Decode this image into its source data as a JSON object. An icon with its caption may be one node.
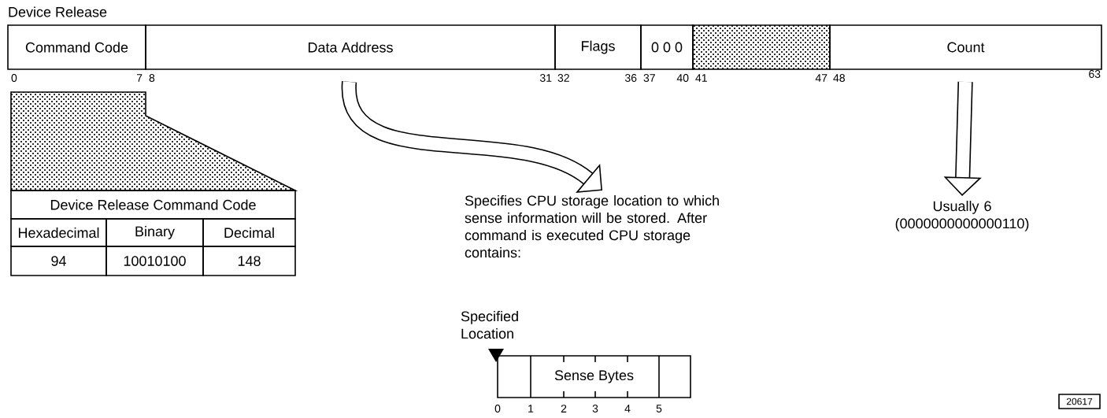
{
  "diagram": {
    "title": "Device Release",
    "nodes": [
      {
        "text": [
          "Command Code"
        ]
      },
      {
        "text": [
          "Data Address"
        ]
      },
      {
        "text": [
          "Flags"
        ]
      },
      {
        "text": [
          "0 0 0"
        ]
      },
      {
        "text": [],
        "shape": "box"
      },
      {
        "text": [
          "Count"
        ]
      },
      {
        "text": [
          "Specifies CPU storage location to which sense information will be stored.  After command is executed CPU storage contains:"
        ]
      },
      {
        "text": [
          "Usually 6",
          "(0000000000000110)"
        ]
      },
      {
        "text": [
          "Sense Bytes"
        ]
      }
    ],
    "edges": [
      {
        "from": 1,
        "to": 6,
        "arrow": "to"
      },
      {
        "from": 5,
        "to": 7,
        "arrow": "to"
      }
    ],
    "labels": [
      "0",
      "7",
      "8",
      "31",
      "32",
      "36",
      "37",
      "40",
      "41",
      "47",
      "48",
      "63",
      "Device Release Command Code",
      "Hexadecimal",
      "Binary",
      "Decimal",
      "94",
      "10010100",
      "148",
      "Specified Location",
      "0",
      "1",
      "2",
      "3",
      "4",
      "5",
      "20617"
    ]
  }
}
